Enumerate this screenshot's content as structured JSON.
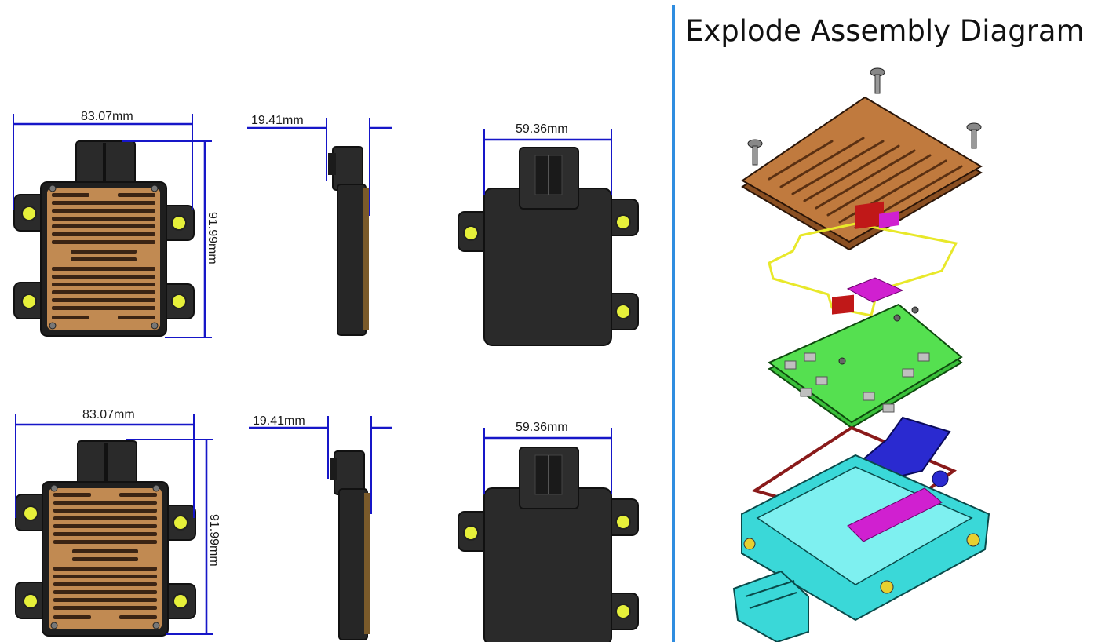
{
  "title": "Explode Assembly Diagram",
  "divider_color": "#2f8de0",
  "dimension_color": "#1616c8",
  "views": {
    "top": {
      "width_label": "83.07mm",
      "height_label": "91.99mm",
      "thickness_label": "19.41mm",
      "back_width_label": "59.36mm"
    },
    "bottom": {
      "width_label": "83.07mm",
      "height_label": "91.99mm",
      "thickness_label": "19.41mm",
      "back_width_label": "59.36mm"
    }
  },
  "exploded_parts": [
    "screw-icon",
    "heatsink-cover",
    "thermal-gasket",
    "thermal-pad",
    "pcb-board",
    "frame-seal",
    "connector-bracket",
    "housing-base"
  ],
  "part_colors": {
    "heatsink": "#c07a3e",
    "gasket": "#e8e82a",
    "thermal_pad": "#d020d0",
    "pcb": "#55e050",
    "seal": "#8a1a1a",
    "bracket": "#2a2ad0",
    "housing": "#3ad8d8"
  }
}
